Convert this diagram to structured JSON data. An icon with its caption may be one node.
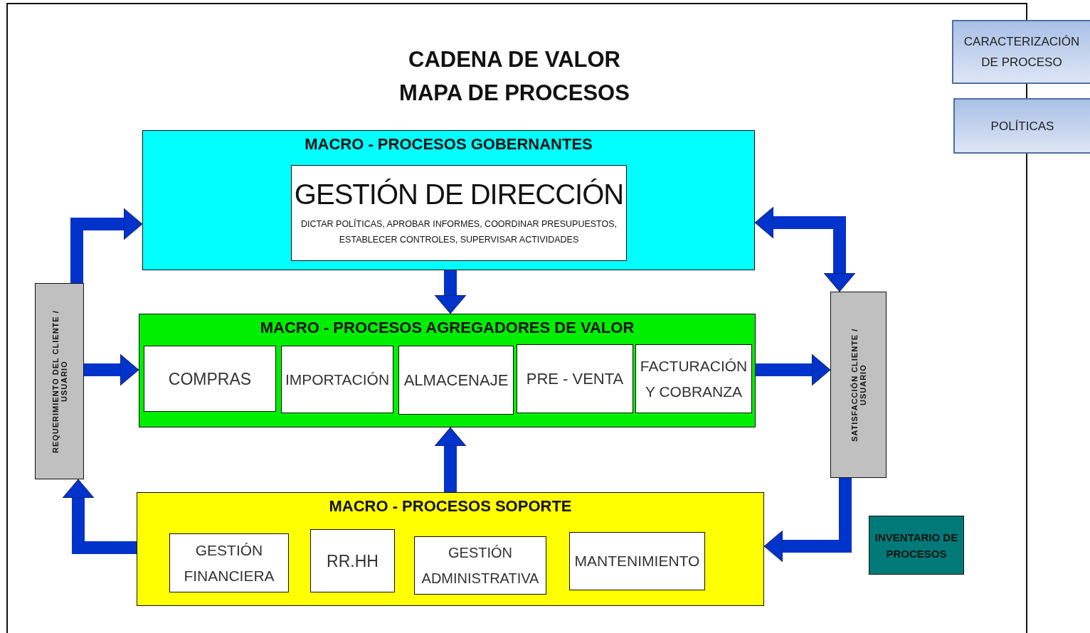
{
  "diagram": {
    "title": "CADENA DE VALOR MAPA DE PROCESOS",
    "nodes": [
      {
        "text": [
          "MACRO -  PROCESOS GOBERNANTES"
        ]
      },
      {
        "text": [
          "GESTIÓN DE DIRECCIÓN",
          "DICTAR POLÍTICAS, APROBAR INFORMES, COORDINAR PRESUPUESTOS, ESTABLECER CONTROLES, SUPERVISAR ACTIVIDADES"
        ],
        "in": 0
      },
      {
        "text": [
          "MACRO - PROCESOS AGREGADORES DE VALOR"
        ]
      },
      {
        "text": [
          "COMPRAS"
        ],
        "in": 2
      },
      {
        "text": [
          "IMPORTACIÓN"
        ],
        "in": 2
      },
      {
        "text": [
          "ALMACENAJE"
        ],
        "in": 2
      },
      {
        "text": [
          "PRE - VENTA"
        ],
        "in": 2
      },
      {
        "text": [
          "FACTURACIÓN Y COBRANZA"
        ],
        "in": 2
      },
      {
        "text": [
          "MACRO - PROCESOS SOPORTE"
        ]
      },
      {
        "text": [
          "GESTIÓN FINANCIERA"
        ],
        "in": 8
      },
      {
        "text": [
          "RR.HH"
        ],
        "in": 8
      },
      {
        "text": [
          "GESTIÓN ADMINISTRATIVA"
        ],
        "in": 8
      },
      {
        "text": [
          "MANTENIMIENTO"
        ],
        "in": 8
      },
      {
        "text": [
          "REQUERIMIENTO  DEL CLIENTE / USUARIO"
        ]
      },
      {
        "text": [
          "SATISFACCIÓN  CLIENTE / USUARIO"
        ]
      },
      {
        "text": [
          "INVENTARIO  DE PROCESOS"
        ]
      },
      {
        "text": [
          "CARACTERIZACIÓN DE PROCESO"
        ]
      },
      {
        "text": [
          "POLÍTICAS"
        ]
      }
    ],
    "edges": [
      {
        "from": 13,
        "to": 0,
        "arrow": "to"
      },
      {
        "from": 13,
        "to": 2,
        "arrow": "to"
      },
      {
        "from": 8,
        "to": 13,
        "arrow": "to"
      },
      {
        "from": 0,
        "to": 2,
        "arrow": "to"
      },
      {
        "from": 8,
        "to": 2,
        "arrow": "to"
      },
      {
        "from": 2,
        "to": 14,
        "arrow": "to"
      },
      {
        "from": 0,
        "to": 14,
        "arrow": "both"
      },
      {
        "from": 14,
        "to": 8,
        "arrow": "to"
      }
    ]
  }
}
